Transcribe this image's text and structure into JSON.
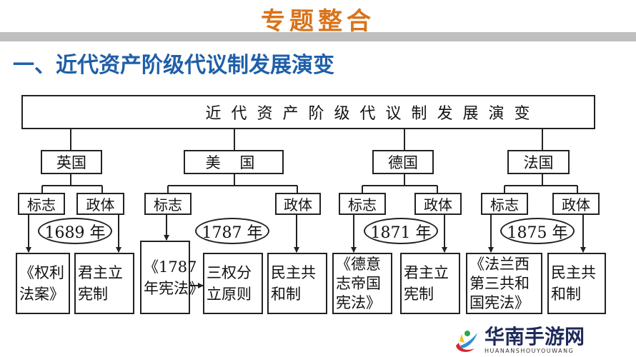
{
  "header": {
    "title": "专题整合",
    "title_color": "#d9731a"
  },
  "section": {
    "title": "一、近代资产阶级代议制发展演变",
    "title_color": "#1f5fa8"
  },
  "diagram": {
    "root": "近代资产阶级代议制发展演变",
    "labels": {
      "sign": "标志",
      "polity": "政体"
    },
    "countries": [
      {
        "name": "英国",
        "year": "1689 年",
        "sign_doc": "《权利法案》",
        "polity": "君主立宪制"
      },
      {
        "name": "美 国",
        "year": "1787 年",
        "sign_doc": "《1787年宪法》",
        "principle": "三权分立原则",
        "polity": "民主共和制"
      },
      {
        "name": "德国",
        "year": "1871 年",
        "sign_doc": "《德意志帝国宪法》",
        "polity": "君主立宪制"
      },
      {
        "name": "法国",
        "year": "1875 年",
        "sign_doc": "《法兰西第三共和国宪法》",
        "polity": "民主共和制"
      }
    ]
  },
  "watermark": {
    "name": "华南手游网",
    "subtitle": "HUANANSHOUYOUWANG",
    "text_color": "#1c2a5a"
  }
}
